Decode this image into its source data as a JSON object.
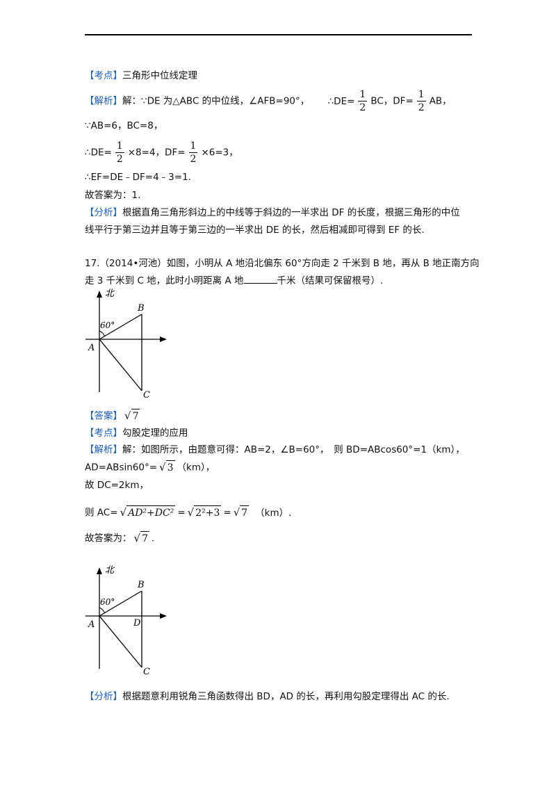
{
  "part1": {
    "kaodian_tag": "【考点】",
    "kaodian_text": "三角形中位线定理",
    "jiexi_tag": "【解析】",
    "jiexi_a": "解：∵DE 为△ABC 的中位线，∠AFB=90°，",
    "jiexi_b": "∴DE=",
    "jiexi_c": "BC，DF=",
    "jiexi_d": "AB，",
    "frac_num": "1",
    "frac_den": "2",
    "line2": "∵AB=6，BC=8，",
    "line3_a": "∴DE=",
    "line3_b": "×8=4，DF=",
    "line3_c": "×6=3，",
    "line4": "∴EF=DE﹣DF=4﹣3=1.",
    "line5": "故答案为：1.",
    "fenxi_tag": "【分析】",
    "fenxi_1": "根据直角三角形斜边上的中线等于斜边的一半求出 DF 的长度，根据三角形的中位",
    "fenxi_2": "线平行于第三边并且等于第三边的一半求出 DE 的长，然后相减即可得到 EF 的长."
  },
  "q17": {
    "stem_1": "17.（2014•河池）如图，小明从 A 地沿北偏东 60°方向走 2 千米到 B 地，再从 B 地正南方向",
    "stem_2a": "走 3 千米到 C 地，此时小明距离 A 地",
    "stem_2b": "千米（结果可保留根号）."
  },
  "figure1": {
    "north": "北",
    "angle": "60°",
    "A": "A",
    "B": "B",
    "C": "C"
  },
  "answer": {
    "daan_tag": "【答案】",
    "daan_val": "7",
    "kaodian_tag": "【考点】",
    "kaodian_text": "勾股定理的应用",
    "jiexi_tag": "【解析】",
    "jiexi_1": "解：如图所示，由题意可得：AB=2，∠B=60°，　则 BD=ABcos60°=1（km），",
    "jiexi_2a": "AD=ABsin60°=",
    "jiexi_2_rad": "3",
    "jiexi_2b": "（km），",
    "jiexi_3": "故 DC=2km，",
    "jiexi_4a": "则 AC=",
    "jiexi_4_rad1": "AD²+DC²",
    "jiexi_4_eq": "=",
    "jiexi_4_rad2": "2²+3",
    "jiexi_4_rad3": "7",
    "jiexi_4b": "（km）.",
    "jiexi_5a": "故答案为：",
    "jiexi_5_rad": "7",
    "jiexi_5b": "."
  },
  "figure2": {
    "north": "北",
    "angle": "60°",
    "A": "A",
    "B": "B",
    "C": "C",
    "D": "D"
  },
  "fenxi": {
    "tag": "【分析】",
    "text": "根据题意利用锐角三角函数得出 BD，AD 的长，再利用勾股定理得出 AC 的长."
  }
}
